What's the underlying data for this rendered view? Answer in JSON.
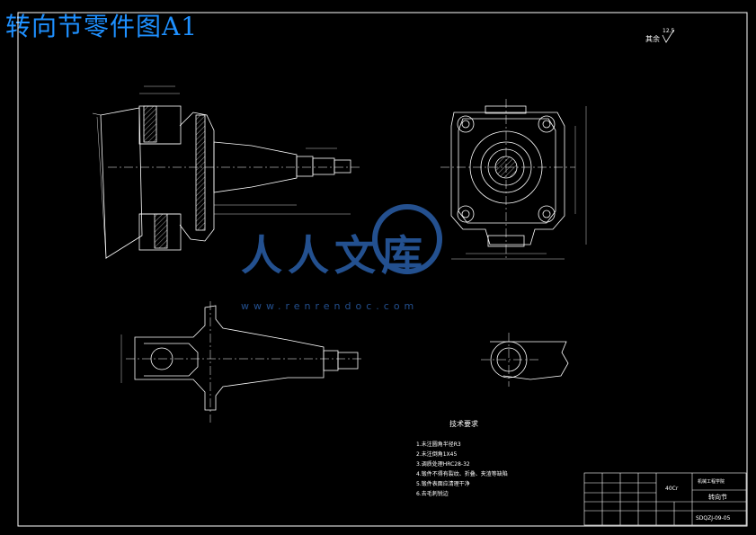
{
  "header": {
    "title": "转向节零件图A1"
  },
  "drawing": {
    "roughness_label": "其余",
    "roughness_value": "12.5",
    "notes_title": "技术要求",
    "notes": [
      "1.未注圆角半径R3",
      "2.未注倒角1X45",
      "3.调质处理HRC28-32",
      "4.锻件不得有裂纹、折叠、夹渣等缺陷",
      "5.锻件表面应清理干净",
      "6.去毛刺锐边"
    ]
  },
  "title_block": {
    "part_name": "转向节",
    "drawing_number": "SDQZJ-09-05",
    "material": "40Cr",
    "school": "机械工程学院"
  },
  "watermark": {
    "brand": "人人文库",
    "url": "www.renrendoc.com"
  },
  "colors": {
    "background": "#000000",
    "lines": "#ffffff",
    "title": "#1e90ff",
    "watermark": "#2a5ea8"
  }
}
